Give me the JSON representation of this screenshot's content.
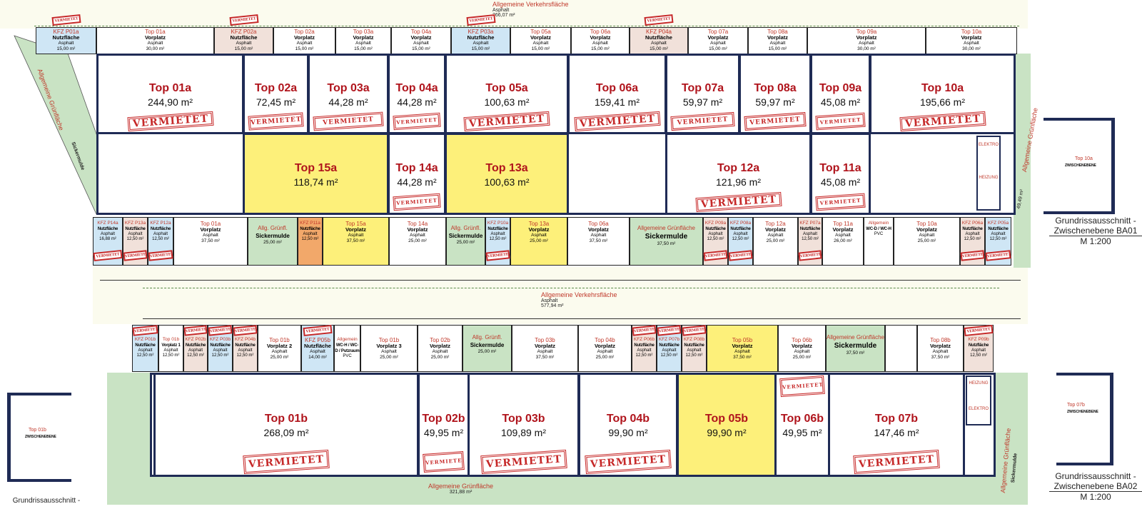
{
  "stamp_text": "VERMIETET",
  "colors": {
    "wall": "#1f2b55",
    "yellow": "#fdf07a",
    "blue": "#cfe6f5",
    "pink": "#f1e1da",
    "green": "#c9e3c4",
    "orange": "#f2a86a",
    "stamp": "#c62828",
    "label": "#c0392b"
  },
  "streets": {
    "top": {
      "title": "Allgemeine Verkehrsfläche",
      "material": "Asphalt",
      "area": "366,07 m²"
    },
    "middle": {
      "title": "Allgemeine Verkehrsfläche",
      "material": "Asphalt",
      "area": "577,94 m²"
    }
  },
  "top_parking": [
    {
      "label": "KFZ P01a",
      "use": "Nutzfläche",
      "material": "Asphalt",
      "area": "15,00 m²",
      "kind": "blue",
      "rented": true
    },
    {
      "label": "Top 01a",
      "use": "Vorplatz",
      "material": "Asphalt",
      "area": "30,00 m²",
      "kind": "white",
      "rented": false
    },
    {
      "label": "KFZ P02a",
      "use": "Nutzfläche",
      "material": "Asphalt",
      "area": "15,00 m²",
      "kind": "pink",
      "rented": true
    },
    {
      "label": "Top 02a",
      "use": "Vorplatz",
      "material": "Asphalt",
      "area": "15,00 m²",
      "kind": "white",
      "rented": false
    },
    {
      "label": "Top 03a",
      "use": "Vorplatz",
      "material": "Asphalt",
      "area": "15,00 m²",
      "kind": "white",
      "rented": false
    },
    {
      "label": "Top 04a",
      "use": "Vorplatz",
      "material": "Asphalt",
      "area": "15,00 m²",
      "kind": "white",
      "rented": false
    },
    {
      "label": "KFZ P03a",
      "use": "Nutzfläche",
      "material": "Asphalt",
      "area": "15,00 m²",
      "kind": "blue",
      "rented": true
    },
    {
      "label": "Top 05a",
      "use": "Vorplatz",
      "material": "Asphalt",
      "area": "15,00 m²",
      "kind": "white",
      "rented": false
    },
    {
      "label": "Top 06a",
      "use": "Vorplatz",
      "material": "Asphalt",
      "area": "15,00 m²",
      "kind": "white",
      "rented": false
    },
    {
      "label": "KFZ P04a",
      "use": "Nutzfläche",
      "material": "Asphalt",
      "area": "15,00 m²",
      "kind": "pink",
      "rented": true
    },
    {
      "label": "Top 07a",
      "use": "Vorplatz",
      "material": "Asphalt",
      "area": "15,00 m²",
      "kind": "white",
      "rented": false
    },
    {
      "label": "Top 08a",
      "use": "Vorplatz",
      "material": "Asphalt",
      "area": "15,00 m²",
      "kind": "white",
      "rented": false
    },
    {
      "label": "Top 09a",
      "use": "Vorplatz",
      "material": "Asphalt",
      "area": "30,00 m²",
      "kind": "white",
      "rented": false
    },
    {
      "label": "Top 10a",
      "use": "Vorplatz",
      "material": "Asphalt",
      "area": "30,00 m²",
      "kind": "white",
      "rented": false
    }
  ],
  "upper_units": [
    {
      "name": "Top 01a",
      "area": "244,90 m²",
      "kind": "white"
    },
    {
      "name": "Top 02a",
      "area": "72,45 m²",
      "kind": "white"
    },
    {
      "name": "Top 03a",
      "area": "44,28 m²",
      "kind": "white"
    },
    {
      "name": "Top 04a",
      "area": "44,28 m²",
      "kind": "white"
    },
    {
      "name": "Top 05a",
      "area": "100,63 m²",
      "kind": "white"
    },
    {
      "name": "Top 06a",
      "area": "159,41 m²",
      "kind": "white"
    },
    {
      "name": "Top 07a",
      "area": "59,97 m²",
      "kind": "white"
    },
    {
      "name": "Top 08a",
      "area": "59,97 m²",
      "kind": "white"
    },
    {
      "name": "Top 09a",
      "area": "45,08 m²",
      "kind": "white"
    },
    {
      "name": "Top 10a",
      "area": "195,66 m²",
      "kind": "white"
    },
    {
      "name": "Top 15a",
      "area": "118,74 m²",
      "kind": "yellow"
    },
    {
      "name": "Top 14a",
      "area": "44,28 m²",
      "kind": "white"
    },
    {
      "name": "Top 13a",
      "area": "100,63 m²",
      "kind": "yellow"
    },
    {
      "name": "Top 12a",
      "area": "121,96 m²",
      "kind": "white"
    },
    {
      "name": "Top 11a",
      "area": "45,08 m²",
      "kind": "white"
    }
  ],
  "upper_service_rooms": [
    "ELEKTRO",
    "HEIZUNG"
  ],
  "middle_parking": [
    {
      "label": "KFZ P14a",
      "use": "Nutzfläche",
      "material": "Asphalt",
      "area": "16,88 m²",
      "kind": "blue",
      "rented": true
    },
    {
      "label": "KFZ P13a",
      "use": "Nutzfläche",
      "material": "Asphalt",
      "area": "12,50 m²",
      "kind": "pink",
      "rented": true
    },
    {
      "label": "KFZ P12a",
      "use": "Nutzfläche",
      "material": "Asphalt",
      "area": "12,50 m²",
      "kind": "blue",
      "rented": true
    },
    {
      "label": "Top 01a",
      "use": "Vorplatz",
      "material": "Asphalt",
      "area": "37,50 m²",
      "kind": "white",
      "rented": false
    },
    {
      "label": "Allg. Grünfl.",
      "use": "Sickermulde",
      "material": "",
      "area": "25,00 m²",
      "kind": "green",
      "rented": false
    },
    {
      "label": "KFZ P11a",
      "use": "Nutzfläche",
      "material": "Asphalt",
      "area": "12,50 m²",
      "kind": "orange",
      "rented": false
    },
    {
      "label": "Top 15a",
      "use": "Vorplatz",
      "material": "Asphalt",
      "area": "37,50 m²",
      "kind": "yellow",
      "rented": false
    },
    {
      "label": "Top 14a",
      "use": "Vorplatz",
      "material": "Asphalt",
      "area": "25,00 m²",
      "kind": "white",
      "rented": false
    },
    {
      "label": "Allg. Grünfl.",
      "use": "Sickermulde",
      "material": "",
      "area": "25,00 m²",
      "kind": "green",
      "rented": false
    },
    {
      "label": "KFZ P10a",
      "use": "Nutzfläche",
      "material": "Asphalt",
      "area": "12,50 m²",
      "kind": "blue",
      "rented": true
    },
    {
      "label": "Top 13a",
      "use": "Vorplatz",
      "material": "Asphalt",
      "area": "25,00 m²",
      "kind": "yellow",
      "rented": false
    },
    {
      "label": "Top 06a",
      "use": "Vorplatz",
      "material": "Asphalt",
      "area": "37,50 m²",
      "kind": "white",
      "rented": false
    },
    {
      "label": "Allgemeine Grünfläche",
      "use": "Sickermulde",
      "material": "",
      "area": "37,50 m²",
      "kind": "green",
      "rented": false
    },
    {
      "label": "KFZ P09a",
      "use": "Nutzfläche",
      "material": "Asphalt",
      "area": "12,50 m²",
      "kind": "pink",
      "rented": true
    },
    {
      "label": "KFZ P08a",
      "use": "Nutzfläche",
      "material": "Asphalt",
      "area": "12,50 m²",
      "kind": "blue",
      "rented": true
    },
    {
      "label": "Top 12a",
      "use": "Vorplatz",
      "material": "Asphalt",
      "area": "25,00 m²",
      "kind": "white",
      "rented": false
    },
    {
      "label": "KFZ P07a",
      "use": "Nutzfläche",
      "material": "Asphalt",
      "area": "12,50 m²",
      "kind": "pink",
      "rented": true
    },
    {
      "label": "Top 11a",
      "use": "Vorplatz",
      "material": "Asphalt",
      "area": "26,00 m²",
      "kind": "white",
      "rented": false
    },
    {
      "label": "Allgemein",
      "use": "WC-D / WC-H",
      "material": "PVC",
      "area": "",
      "kind": "wc",
      "rented": false
    },
    {
      "label": "Top 10a",
      "use": "Vorplatz",
      "material": "Asphalt",
      "area": "25,00 m²",
      "kind": "white",
      "rented": false
    },
    {
      "label": "KFZ P06a",
      "use": "Nutzfläche",
      "material": "Asphalt",
      "area": "12,50 m²",
      "kind": "pink",
      "rented": true
    },
    {
      "label": "KFZ P05a",
      "use": "Nutzfläche",
      "material": "Asphalt",
      "area": "12,50 m²",
      "kind": "blue",
      "rented": true
    }
  ],
  "bottom_parking": [
    {
      "label": "KFZ P01b",
      "use": "Nutzfläche",
      "material": "Asphalt",
      "area": "12,50 m²",
      "kind": "blue",
      "rented": true
    },
    {
      "label": "Top 01b",
      "use": "Vorplatz 1",
      "material": "Asphalt",
      "area": "12,50 m²",
      "kind": "white",
      "rented": false
    },
    {
      "label": "KFZ P02b",
      "use": "Nutzfläche",
      "material": "Asphalt",
      "area": "12,50 m²",
      "kind": "pink",
      "rented": true
    },
    {
      "label": "KFZ P03b",
      "use": "Nutzfläche",
      "material": "Asphalt",
      "area": "12,50 m²",
      "kind": "blue",
      "rented": true
    },
    {
      "label": "KFZ P04b",
      "use": "Nutzfläche",
      "material": "Asphalt",
      "area": "12,50 m²",
      "kind": "pink",
      "rented": true
    },
    {
      "label": "Top 01b",
      "use": "Vorplatz 2",
      "material": "Asphalt",
      "area": "25,00 m²",
      "kind": "white",
      "rented": false
    },
    {
      "label": "KFZ P05b",
      "use": "Nutzfläche",
      "material": "Asphalt",
      "area": "14,00 m²",
      "kind": "blue",
      "rented": true
    },
    {
      "label": "Allgemein",
      "use": "WC-H / WC-D / Putzraum",
      "material": "PVC",
      "area": "",
      "kind": "wc",
      "rented": false
    },
    {
      "label": "Top 01b",
      "use": "Vorplatz 3",
      "material": "Asphalt",
      "area": "25,00 m²",
      "kind": "white",
      "rented": false
    },
    {
      "label": "Top 02b",
      "use": "Vorplatz",
      "material": "Asphalt",
      "area": "25,00 m²",
      "kind": "white",
      "rented": false
    },
    {
      "label": "Allg. Grünfl.",
      "use": "Sickermulde",
      "material": "",
      "area": "25,00 m²",
      "kind": "green",
      "rented": false
    },
    {
      "label": "Top 03b",
      "use": "Vorplatz",
      "material": "Asphalt",
      "area": "37,50 m²",
      "kind": "white",
      "rented": false
    },
    {
      "label": "Top 04b",
      "use": "Vorplatz",
      "material": "Asphalt",
      "area": "25,00 m²",
      "kind": "white",
      "rented": false
    },
    {
      "label": "KFZ P06b",
      "use": "Nutzfläche",
      "material": "Asphalt",
      "area": "12,50 m²",
      "kind": "pink",
      "rented": true
    },
    {
      "label": "KFZ P07b",
      "use": "Nutzfläche",
      "material": "Asphalt",
      "area": "12,50 m²",
      "kind": "blue",
      "rented": true
    },
    {
      "label": "KFZ P08b",
      "use": "Nutzfläche",
      "material": "Asphalt",
      "area": "12,50 m²",
      "kind": "pink",
      "rented": true
    },
    {
      "label": "Top 05b",
      "use": "Vorplatz",
      "material": "Asphalt",
      "area": "37,50 m²",
      "kind": "yellow",
      "rented": false
    },
    {
      "label": "Top 06b",
      "use": "Vorplatz",
      "material": "Asphalt",
      "area": "25,00 m²",
      "kind": "white",
      "rented": false
    },
    {
      "label": "Allgemeine Grünfläche",
      "use": "Sickermulde",
      "material": "",
      "area": "37,50 m²",
      "kind": "green",
      "rented": false
    },
    {
      "label": "",
      "use": "",
      "material": "",
      "area": "",
      "kind": "white",
      "rented": false
    },
    {
      "label": "Top 08b",
      "use": "Vorplatz",
      "material": "Asphalt",
      "area": "37,50 m²",
      "kind": "white",
      "rented": false
    },
    {
      "label": "KFZ P09b",
      "use": "Nutzfläche",
      "material": "Asphalt",
      "area": "12,50 m²",
      "kind": "pink",
      "rented": true
    }
  ],
  "lower_units": [
    {
      "name": "Top 01b",
      "area": "268,09 m²",
      "kind": "white"
    },
    {
      "name": "Top 02b",
      "area": "49,95 m²",
      "kind": "white"
    },
    {
      "name": "Top 03b",
      "area": "109,89 m²",
      "kind": "white"
    },
    {
      "name": "Top 04b",
      "area": "99,90 m²",
      "kind": "white"
    },
    {
      "name": "Top 05b",
      "area": "99,90 m²",
      "kind": "yellow"
    },
    {
      "name": "Top 06b",
      "area": "49,95 m²",
      "kind": "white"
    },
    {
      "name": "Top 07b",
      "area": "147,46 m²",
      "kind": "white"
    }
  ],
  "lower_service_rooms": [
    "HEIZUNG",
    "ELEKTRO"
  ],
  "green_areas": {
    "left": {
      "title": "Allgemeine Grünfläche",
      "sub": "Sickermulde"
    },
    "right": {
      "title": "Allgemeine Grünfläche",
      "area": "49,49 m²"
    },
    "bottom": {
      "title": "Allgemeine Grünfläche",
      "area": "321,88 m²"
    },
    "bottom_right": {
      "title": "Allgemeine Grünfläche",
      "sub": "Sickermulde"
    }
  },
  "insets": {
    "ba01": {
      "unit": "Top 10a",
      "level": "ZWISCHENEBENE",
      "caption1": "Grundrissausschnitt -",
      "caption2": "Zwischenebene BA01",
      "scale": "M 1:200"
    },
    "ba02": {
      "unit": "Top 07b",
      "level": "ZWISCHENEBENE",
      "caption1": "Grundrissausschnitt -",
      "caption2": "Zwischenebene BA02",
      "scale": "M 1:200"
    },
    "left": {
      "unit": "Top 01b",
      "level": "ZWISCHENEBENE",
      "caption1": "Grundrissausschnitt -"
    }
  }
}
